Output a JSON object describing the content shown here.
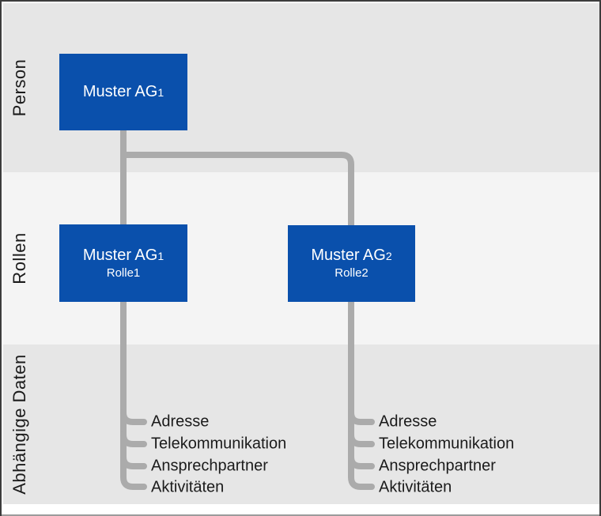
{
  "diagram": {
    "bands": [
      {
        "label": "Person"
      },
      {
        "label": "Rollen"
      },
      {
        "label": "Abhängige Daten"
      }
    ],
    "nodes": {
      "person": {
        "title": "Muster AG",
        "subscript": "1"
      },
      "role1": {
        "title": "Muster AG",
        "subscript": "1",
        "subtitle": "Rolle1"
      },
      "role2": {
        "title": "Muster AG",
        "subscript": "2",
        "subtitle": "Rolle2"
      }
    },
    "dependent_items": [
      "Adresse",
      "Telekommunikation",
      "Ansprechpartner",
      "Aktivitäten"
    ],
    "colors": {
      "node_fill": "#0a50ac",
      "connector": "#ababab",
      "band_dark": "#e6e6e6",
      "band_light": "#f4f4f4",
      "text": "#1b1b1b"
    }
  }
}
